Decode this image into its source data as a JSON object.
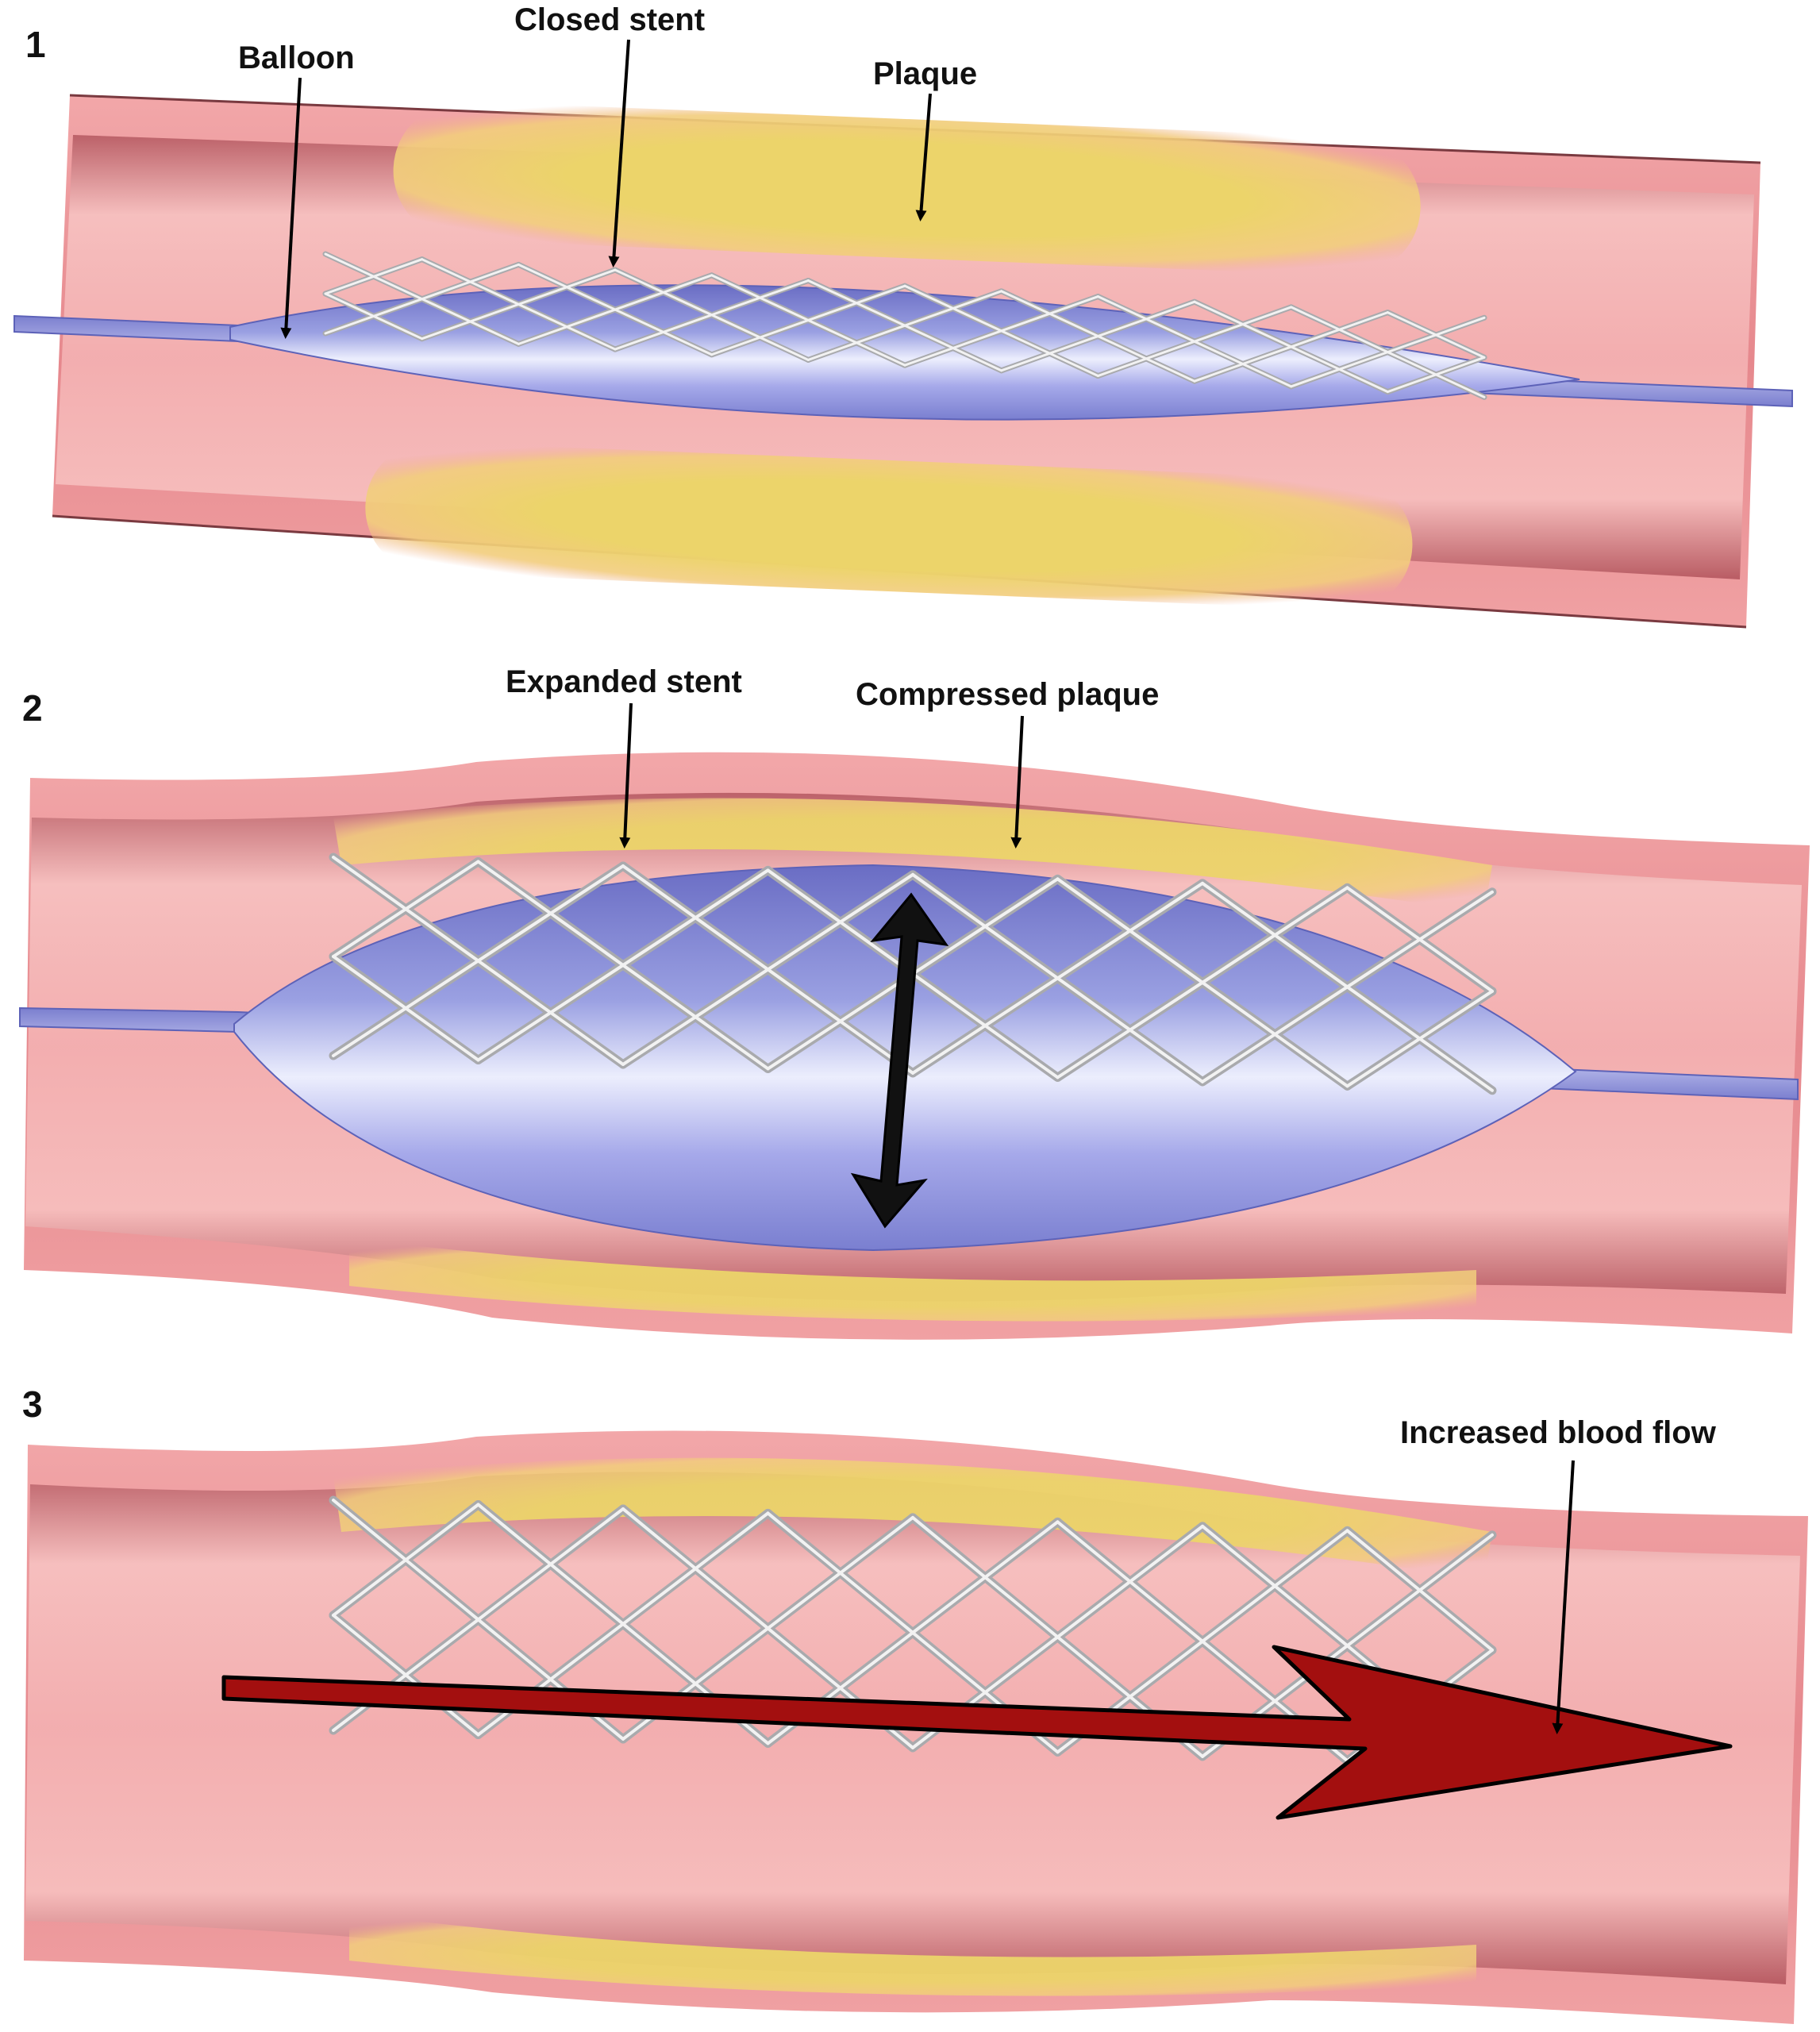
{
  "panels": [
    {
      "number": "1",
      "stage": "closed"
    },
    {
      "number": "2",
      "stage": "expanded"
    },
    {
      "number": "3",
      "stage": "deployed"
    }
  ],
  "labels": {
    "balloon": "Balloon",
    "closed_stent": "Closed stent",
    "plaque": "Plaque",
    "expanded_stent": "Expanded stent",
    "compressed_plaque": "Compressed plaque",
    "increased_blood_flow": "Increased blood flow"
  },
  "colors": {
    "vessel_wall": "#e88f92",
    "vessel_lumen": "#f4b4b4",
    "vessel_dark": "#b5545d",
    "plaque": "#ead36a",
    "plaque_edge": "#f0c08a",
    "balloon": "#8c8fd8",
    "balloon_light": "#e3e4fa",
    "stent": "#b9babd",
    "stent_light": "#f2f2f2",
    "flow_arrow": "#a30f0f",
    "text": "#111111"
  }
}
